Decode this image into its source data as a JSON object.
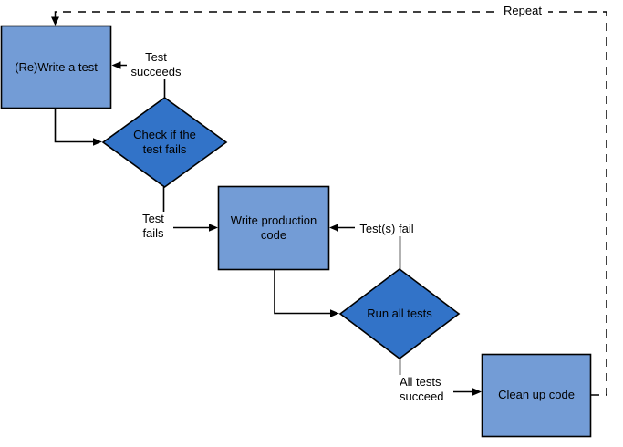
{
  "diagram": {
    "type": "flowchart",
    "subject": "test-driven-development-cycle",
    "nodes": [
      {
        "id": "write-test",
        "shape": "process",
        "label": "(Re)Write a test"
      },
      {
        "id": "check-fails",
        "shape": "decision",
        "label": "Check if the test fails"
      },
      {
        "id": "write-code",
        "shape": "process",
        "label": "Write production code"
      },
      {
        "id": "run-tests",
        "shape": "decision",
        "label": "Run all tests"
      },
      {
        "id": "clean-up",
        "shape": "process",
        "label": "Clean up code"
      }
    ],
    "edge_labels": {
      "test_succeeds": "Test succeeds",
      "test_fails": "Test fails",
      "tests_fail": "Test(s) fail",
      "all_tests_succeed": "All tests succeed",
      "repeat": "Repeat"
    },
    "colors": {
      "process_fill": "#739CD6",
      "decision_fill": "#3273C8",
      "line": "#000000",
      "background": "#FFFFFF"
    }
  }
}
